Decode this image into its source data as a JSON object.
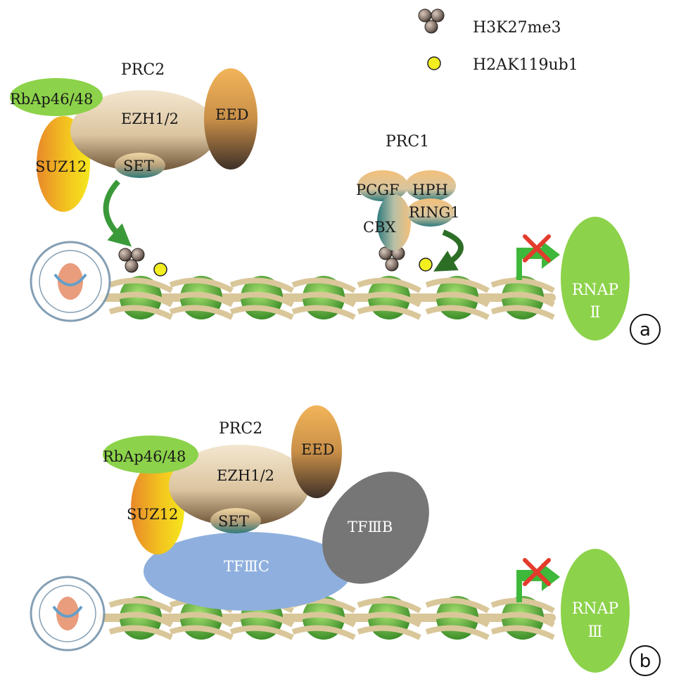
{
  "legend": {
    "h3k27me3": "H3K27me3",
    "h2ak119ub1": "H2AK119ub1"
  },
  "panel_a": {
    "letter": "a",
    "prc2_title": "PRC2",
    "rbap": "RbAp46/48",
    "ezh": "EZH1/2",
    "eed": "EED",
    "suz12": "SUZ12",
    "set": "SET",
    "prc1_title": "PRC1",
    "pcgf": "PCGF",
    "hph": "HPH",
    "ring1": "RING1",
    "cbx": "CBX",
    "rnap_line1": "RNAP",
    "rnap_line2": "Ⅱ"
  },
  "panel_b": {
    "letter": "b",
    "prc2_title": "PRC2",
    "rbap": "RbAp46/48",
    "ezh": "EZH1/2",
    "eed": "EED",
    "suz12": "SUZ12",
    "set": "SET",
    "tf3c": "TFⅢC",
    "tf3b": "TFⅢB",
    "rnap_line1": "RNAP",
    "rnap_line2": "Ⅲ"
  },
  "colors": {
    "nucleosome_green": "#6cbf3c",
    "dna_tan": "#d9c79a",
    "rnap_green": "#8cd24a",
    "arrow_green": "#3a9a3a",
    "block_red": "#e33b2c",
    "tf3c_blue": "#8fb0de",
    "tf3b_gray": "#767676"
  }
}
